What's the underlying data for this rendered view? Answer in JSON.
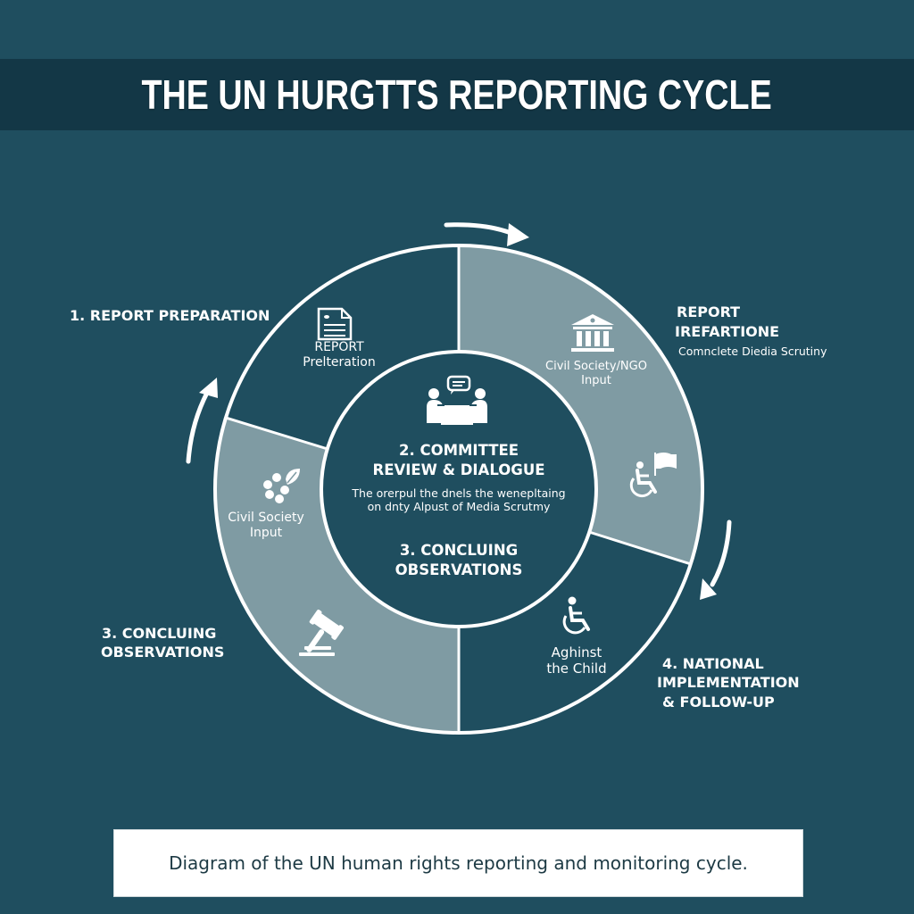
{
  "title": "THE UN HURGTTS REPORTING CYCLE",
  "colors": {
    "background": "#1f4e5f",
    "title_band": "#133746",
    "segment_dark": "#1f4e5f",
    "segment_light": "#7f9ba3",
    "stroke": "#ffffff",
    "caption_text": "#1d3a44"
  },
  "outer_labels": {
    "top_left": "1. REPORT PREPARATION",
    "top_right": {
      "line1": "REPORT",
      "line2": "IREFARTIONE",
      "sub": "Comnclete Diedia Scrutiny"
    },
    "bottom_left": {
      "line1": "3. CONCLUING",
      "line2": "OBSERVATIONS"
    },
    "bottom_right": {
      "line1": "4. NATIONAL",
      "line2": "IMPLEMENTATION",
      "line3": "& FOLLOW-UP"
    }
  },
  "ring_segments": [
    {
      "position": "top-left",
      "icon": "document-icon",
      "line1": "REPORT",
      "line2": "Prelteration"
    },
    {
      "position": "top-right",
      "icon": "courthouse-icon",
      "line1": "Civil Society/NGO",
      "line2": "Input",
      "icon2": "wheelchair-flag-icon"
    },
    {
      "position": "bottom-right",
      "icon": "wheelchair-icon",
      "line1": "Aghinst",
      "line2": "the Child"
    },
    {
      "position": "bottom-left",
      "icon": "flower-leaf-icon",
      "line1": "Civil Society",
      "line2": "Input",
      "icon2": "gavel-icon"
    }
  ],
  "center": {
    "icon": "meeting-dialogue-icon",
    "heading1_line1": "2. COMMITTEE",
    "heading1_line2": "REVIEW & DIALOGUE",
    "body_line1": "The orerpul the dnels the wenepltaing",
    "body_line2": "on dnty Alpust of Media Scrutmy",
    "heading2_line1": "3. CONCLUING",
    "heading2_line2": "OBSERVATIONS"
  },
  "caption": "Diagram of the UN human rights reporting and monitoring cycle."
}
